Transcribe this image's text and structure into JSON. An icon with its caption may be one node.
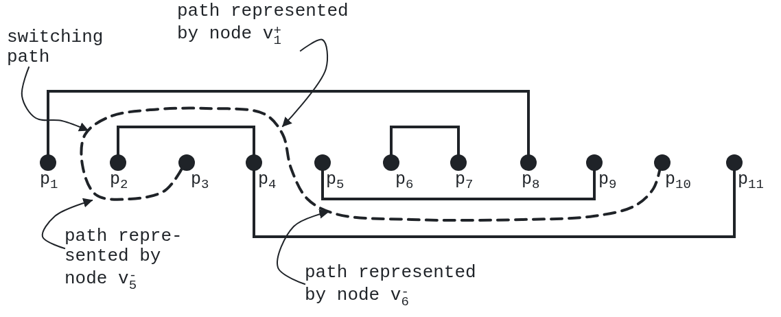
{
  "diagram": {
    "nodes": [
      {
        "text": [
          "p$_{1}$"
        ]
      },
      {
        "text": [
          "p$_{2}$"
        ]
      },
      {
        "text": [
          "p$_{3}$"
        ]
      },
      {
        "text": [
          "p$_{4}$"
        ]
      },
      {
        "text": [
          "p$_{5}$"
        ]
      },
      {
        "text": [
          "p$_{6}$"
        ]
      },
      {
        "text": [
          "p$_{7}$"
        ]
      },
      {
        "text": [
          "p$_{8}$"
        ]
      },
      {
        "text": [
          "p$_{9}$"
        ]
      },
      {
        "text": [
          "p$_{10}$"
        ]
      },
      {
        "text": [
          "p$_{11}$"
        ]
      },
      {
        "text": [
          "switching path"
        ]
      },
      {
        "text": [
          "path represented by node v$^{+}$$_{1}$"
        ]
      },
      {
        "text": [
          "path repre- sented by node v$^{-}$$_{5}$"
        ]
      },
      {
        "text": [
          "path represented by node v$^{-}$$_{6}$"
        ]
      }
    ],
    "edges": [
      {
        "from": 0,
        "to": 7,
        "arrow": "none"
      },
      {
        "from": 1,
        "to": 3,
        "arrow": "none"
      },
      {
        "from": 5,
        "to": 6,
        "arrow": "none"
      },
      {
        "from": 4,
        "to": 8,
        "arrow": "none"
      },
      {
        "from": 3,
        "to": 10,
        "arrow": "none"
      },
      {
        "from": 2,
        "to": 9,
        "arrow": "none",
        "style": "dashed"
      },
      {
        "from": 11,
        "to": null,
        "arrow": "to"
      },
      {
        "from": 12,
        "to": null,
        "arrow": "to"
      },
      {
        "from": 13,
        "to": null,
        "arrow": "to"
      },
      {
        "from": 14,
        "to": null,
        "arrow": "to"
      }
    ]
  }
}
